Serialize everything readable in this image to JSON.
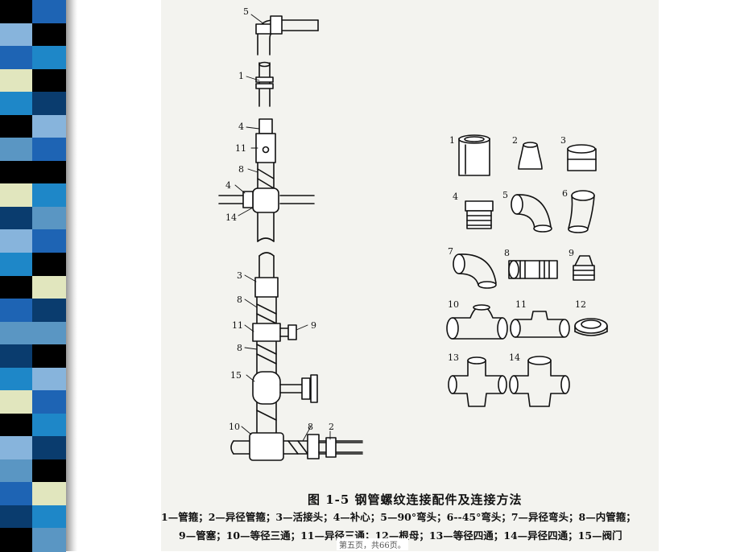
{
  "figure": {
    "caption": "图 1-5    钢管螺纹连接配件及连接方法",
    "legend_line1": "1—管箍；2—异径管箍；3—活接头；4—补心；5—90°弯头；6--45°弯头；7—异径弯头；8—内管箍；",
    "legend_line2": "9—管塞；10—等径三通；11—异径三通；12—根母；13—等径四通；14—异径四通；15—阀门",
    "left_labels": [
      "5",
      "1",
      "4",
      "11",
      "8",
      "4",
      "14",
      "3",
      "8",
      "11",
      "9",
      "8",
      "15",
      "10",
      "8",
      "2"
    ],
    "right_labels": [
      "1",
      "2",
      "3",
      "4",
      "5",
      "6",
      "7",
      "8",
      "9",
      "10",
      "11",
      "12",
      "13",
      "14"
    ]
  },
  "footer": {
    "page_info": "第五页，共66页。"
  },
  "colors": {
    "stripe_palette": [
      "#000000",
      "#1e64b4",
      "#1e87c8",
      "#5a96c3",
      "#87b4dc",
      "#e1e6be",
      "#0a3c6e"
    ]
  }
}
